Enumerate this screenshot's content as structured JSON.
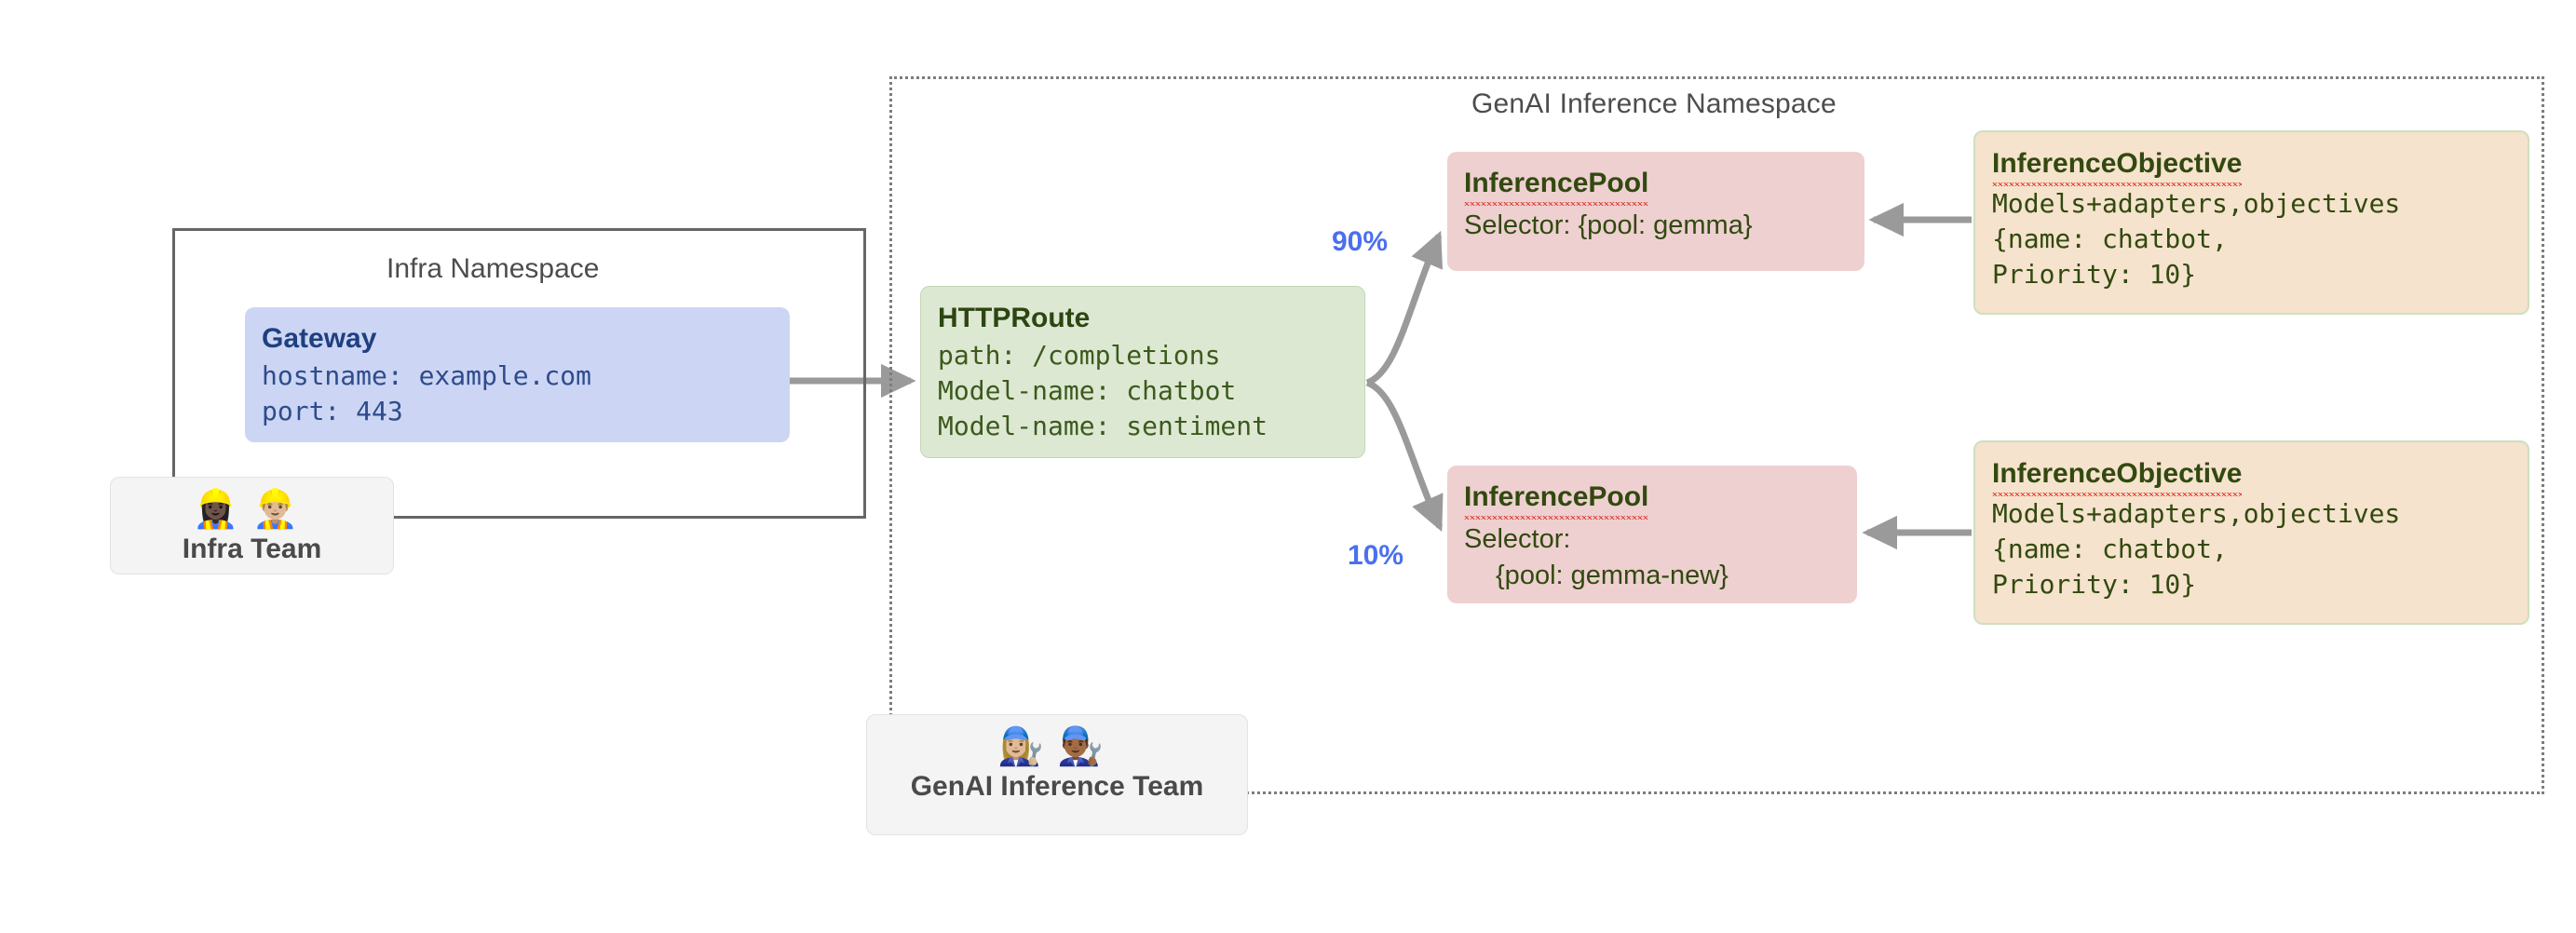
{
  "diagram": {
    "title_visible": false
  },
  "namespaces": {
    "genai": {
      "label": "GenAI Inference Namespace",
      "border_style": "dotted",
      "border_color": "#7d7d7d"
    },
    "infra": {
      "label": "Infra Namespace",
      "border_style": "solid",
      "border_color": "#666666"
    }
  },
  "nodes": {
    "gateway": {
      "title": "Gateway",
      "lines": [
        "hostname: example.com",
        "port: 443"
      ],
      "fill": "#ccd6f4",
      "text_color": "#2b4a8b"
    },
    "httproute": {
      "title": "HTTPRoute",
      "lines": [
        "path: /completions",
        "Model-name: chatbot",
        "Model-name: sentiment"
      ],
      "fill": "#dde8d3",
      "text_color": "#3b5a1c"
    },
    "pool_gemma": {
      "title": "InferencePool",
      "lines": [
        "Selector: {pool: gemma}"
      ],
      "fill": "#eed0d1",
      "text_color": "#32490f"
    },
    "pool_gemma_new": {
      "title": "InferencePool",
      "lines": [
        "Selector:",
        "{pool: gemma-new}"
      ],
      "fill": "#eed0d1",
      "text_color": "#32490f"
    },
    "objective_top": {
      "title": "InferenceObjective",
      "lines": [
        "Models+adapters,objectives",
        "{name: chatbot,",
        "Priority: 10}"
      ],
      "fill": "#f5e3cd",
      "text_color": "#32490f"
    },
    "objective_bottom": {
      "title": "InferenceObjective",
      "lines": [
        "Models+adapters,objectives",
        "{name: chatbot,",
        "Priority: 10}"
      ],
      "fill": "#f5e3cd",
      "text_color": "#32490f"
    }
  },
  "teams": {
    "infra": {
      "label": "Infra Team",
      "emojis": "👷🏿‍♀️👷🏼‍♂️"
    },
    "genai": {
      "label": "GenAI Inference Team",
      "emojis": "👩🏼‍🔧👨🏾‍🔧"
    }
  },
  "edges": {
    "gateway_to_httproute": {
      "label": "",
      "color": "#9a9a9a"
    },
    "httproute_to_pool_gemma": {
      "label": "90%",
      "label_color": "#4b6ff0",
      "color": "#9a9a9a"
    },
    "httproute_to_pool_gemma_new": {
      "label": "10%",
      "label_color": "#4b6ff0",
      "color": "#9a9a9a"
    },
    "objective_top_to_pool_gemma": {
      "label": "",
      "color": "#9a9a9a"
    },
    "objective_bottom_to_pool_gemma_new": {
      "label": "",
      "color": "#9a9a9a"
    }
  }
}
